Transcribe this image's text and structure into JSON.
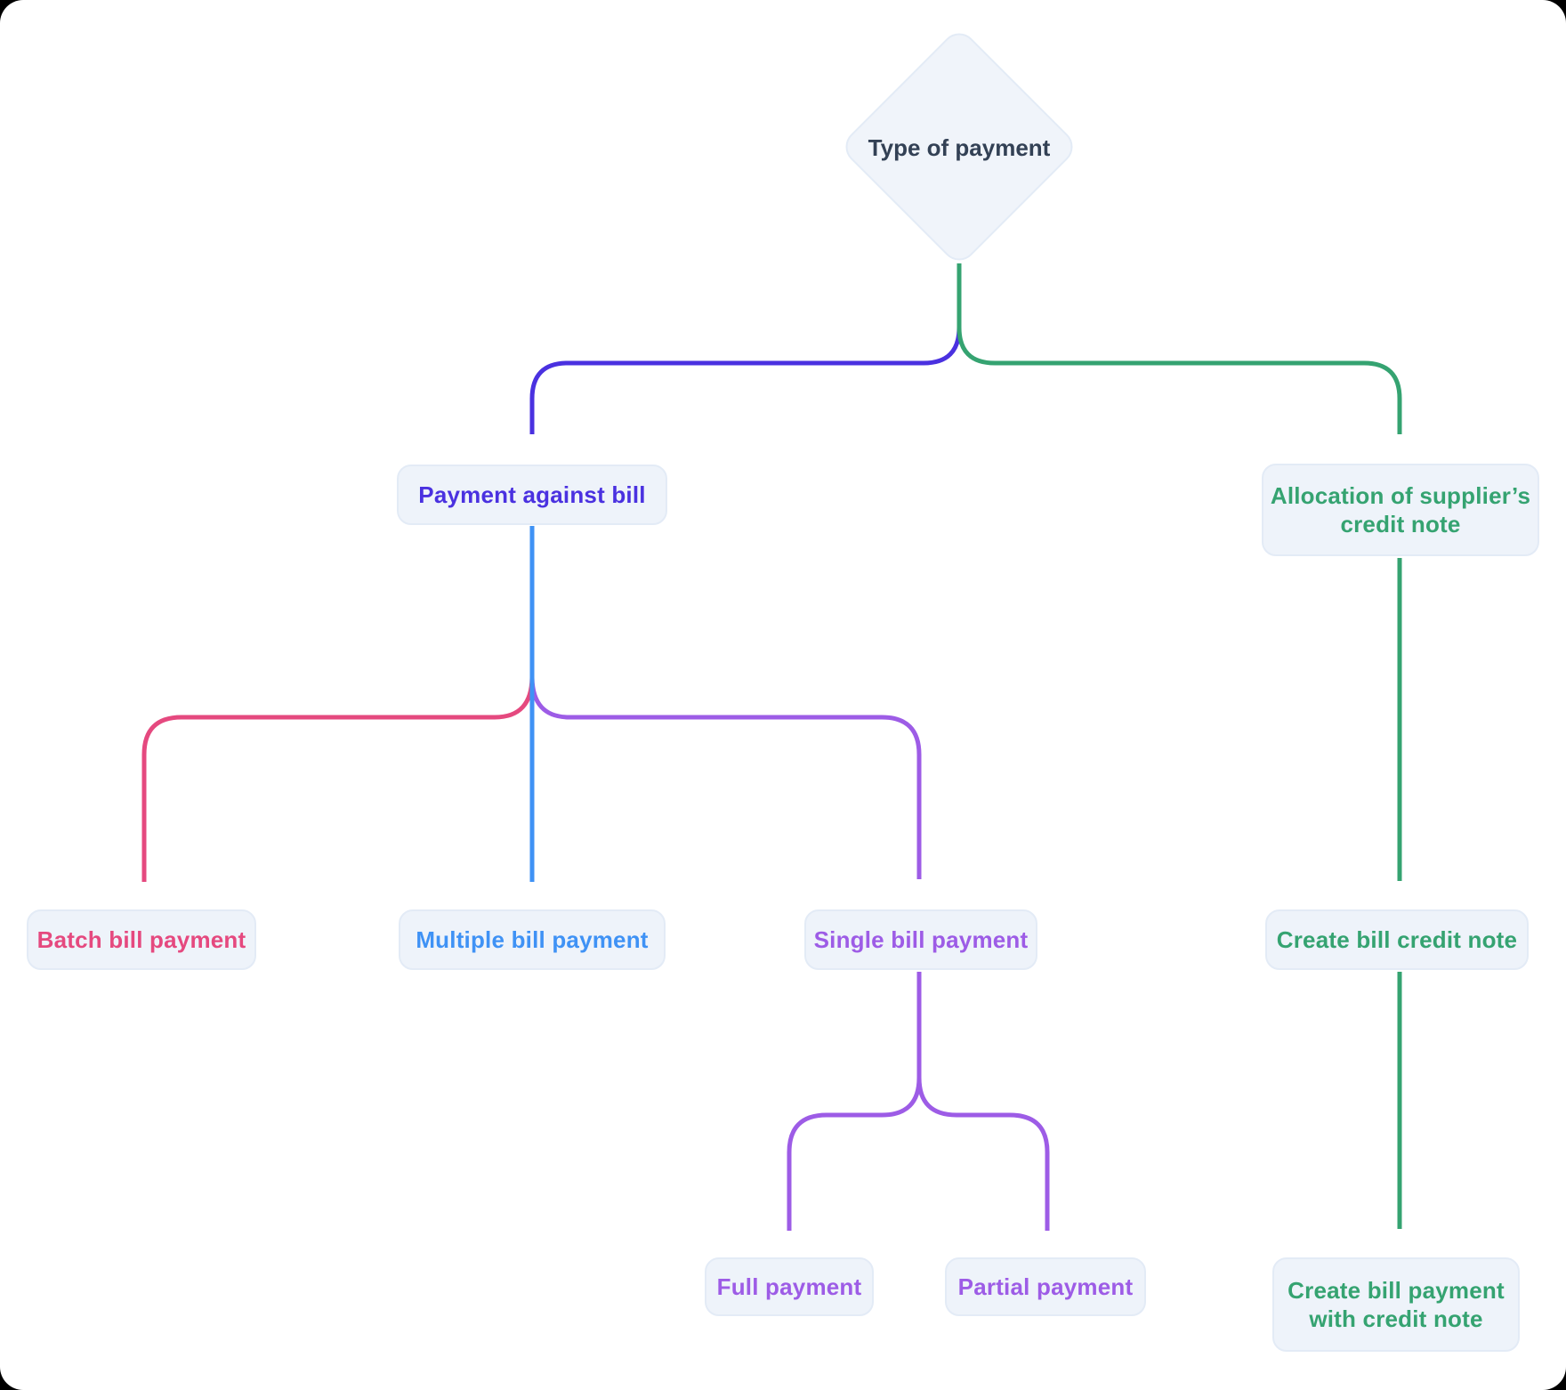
{
  "colors": {
    "indigo": "#4A31E0",
    "green": "#35A371",
    "blue": "#3F92F5",
    "pink": "#E5497F",
    "purple": "#9D5CE6",
    "dark_text": "#334155",
    "node_bg": "#EEF3FA",
    "node_border": "#E3EBF6",
    "diamond_bg": "#F0F4FA",
    "diamond_border": "#E3EBF6"
  },
  "nodes": {
    "root": {
      "label": "Type of payment"
    },
    "payment_against_bill": {
      "label": "Payment against bill",
      "color": "indigo"
    },
    "allocation_of_suppliers_credit_note": {
      "label": "Allocation of supplier’s credit note",
      "lines": [
        "Allocation of supplier’s",
        "credit note"
      ],
      "color": "green"
    },
    "batch_bill_payment": {
      "label": "Batch bill payment",
      "color": "pink"
    },
    "multiple_bill_payment": {
      "label": "Multiple bill payment",
      "color": "blue"
    },
    "single_bill_payment": {
      "label": "Single bill payment",
      "color": "purple"
    },
    "create_bill_credit_note": {
      "label": "Create bill credit note",
      "color": "green"
    },
    "full_payment": {
      "label": "Full payment",
      "color": "purple"
    },
    "partial_payment": {
      "label": "Partial payment",
      "color": "purple"
    },
    "create_bill_payment_with_credit_note": {
      "label": "Create bill payment with credit note",
      "lines": [
        "Create bill payment",
        "with credit note"
      ],
      "color": "green"
    }
  },
  "edges": [
    {
      "from": "root",
      "to": "payment_against_bill",
      "color": "indigo"
    },
    {
      "from": "root",
      "to": "allocation_of_suppliers_credit_note",
      "color": "green"
    },
    {
      "from": "payment_against_bill",
      "to": "batch_bill_payment",
      "color": "pink"
    },
    {
      "from": "payment_against_bill",
      "to": "multiple_bill_payment",
      "color": "blue"
    },
    {
      "from": "payment_against_bill",
      "to": "single_bill_payment",
      "color": "purple"
    },
    {
      "from": "single_bill_payment",
      "to": "full_payment",
      "color": "purple"
    },
    {
      "from": "single_bill_payment",
      "to": "partial_payment",
      "color": "purple"
    },
    {
      "from": "allocation_of_suppliers_credit_note",
      "to": "create_bill_credit_note",
      "color": "green"
    },
    {
      "from": "create_bill_credit_note",
      "to": "create_bill_payment_with_credit_note",
      "color": "green"
    }
  ]
}
